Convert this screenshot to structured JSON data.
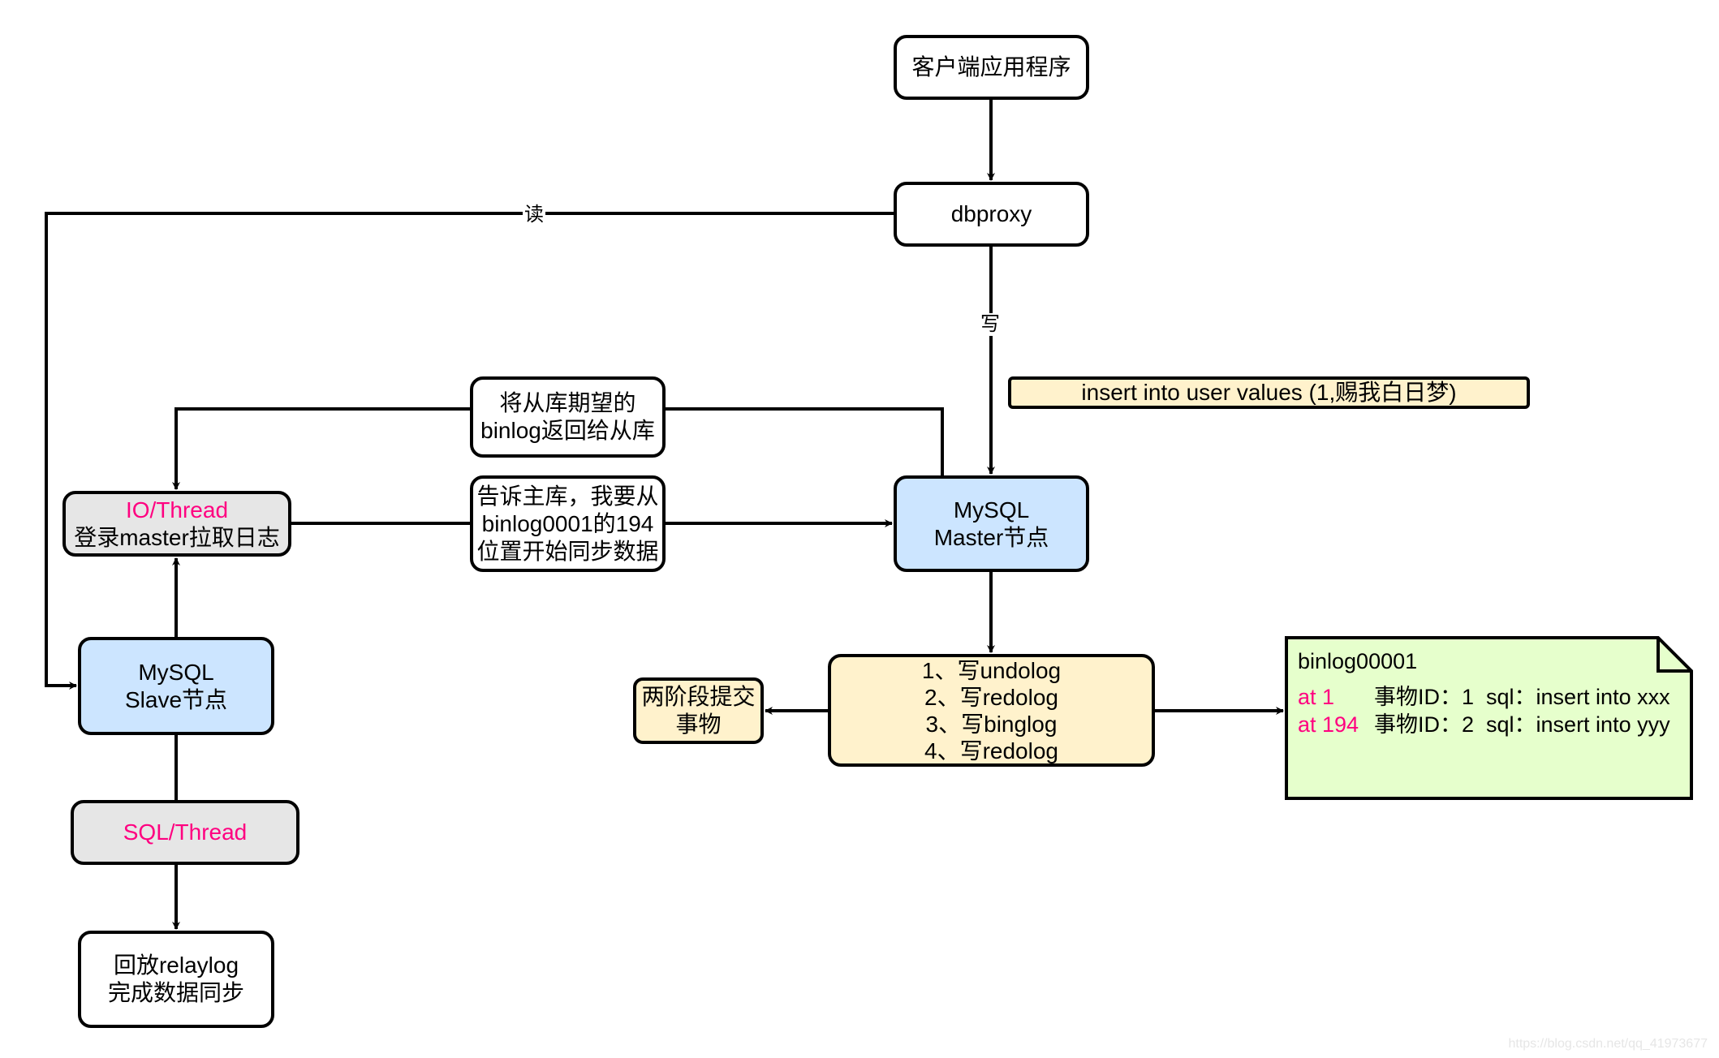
{
  "nodes": {
    "client": {
      "label": "客户端应用程序"
    },
    "dbproxy": {
      "label": "dbproxy"
    },
    "master": {
      "line1": "MySQL",
      "line2": "Master节点"
    },
    "insert_note": {
      "label": "insert into user values (1,赐我白日梦)"
    },
    "return_binlog": {
      "line1": "将从库期望的",
      "line2": "binlog返回给从库"
    },
    "request_binlog": {
      "line1": "告诉主库，我要从",
      "line2": "binlog0001的194",
      "line3": "位置开始同步数据"
    },
    "io_thread": {
      "line1": "IO/Thread",
      "line2": "登录master拉取日志"
    },
    "slave": {
      "line1": "MySQL",
      "line2": "Slave节点"
    },
    "sql_thread": {
      "label": "SQL/Thread"
    },
    "replay": {
      "line1": "回放relaylog",
      "line2": "完成数据同步"
    },
    "write_steps": {
      "steps": [
        "1、写undolog",
        "2、写redolog",
        "3、写binglog",
        "4、写redolog"
      ]
    },
    "two_phase": {
      "line1": "两阶段提交",
      "line2": "事物"
    },
    "binlog_file": {
      "title": "binlog00001",
      "entries": [
        {
          "at": "at 1",
          "text": "事物ID：1  sql：insert into xxx"
        },
        {
          "at": "at 194",
          "text": "事物ID：2  sql：insert into yyy"
        }
      ]
    }
  },
  "edges": {
    "read_label": "读",
    "write_label": "写"
  },
  "colors": {
    "thread_text": "#ff0080",
    "node_blue": "#cce5ff",
    "node_gray": "#e6e6e6",
    "node_yellow": "#fff2cc",
    "note_green": "#e6ffcc"
  },
  "watermark": "https://blog.csdn.net/qq_41973677"
}
